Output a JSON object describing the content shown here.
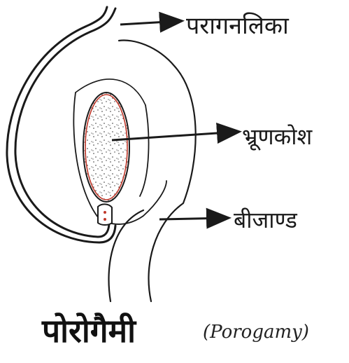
{
  "labels": {
    "pollen_tube": "परागनलिका",
    "embryo_sac": "भ्रूणकोश",
    "ovule": "बीजाण्ड"
  },
  "caption": {
    "hindi": "पोरोगैमी",
    "english": "(Porogamy)"
  },
  "colors": {
    "ink": "#1a1a1a",
    "embryo_sac_outline": "#c0392b",
    "background": "#ffffff"
  }
}
